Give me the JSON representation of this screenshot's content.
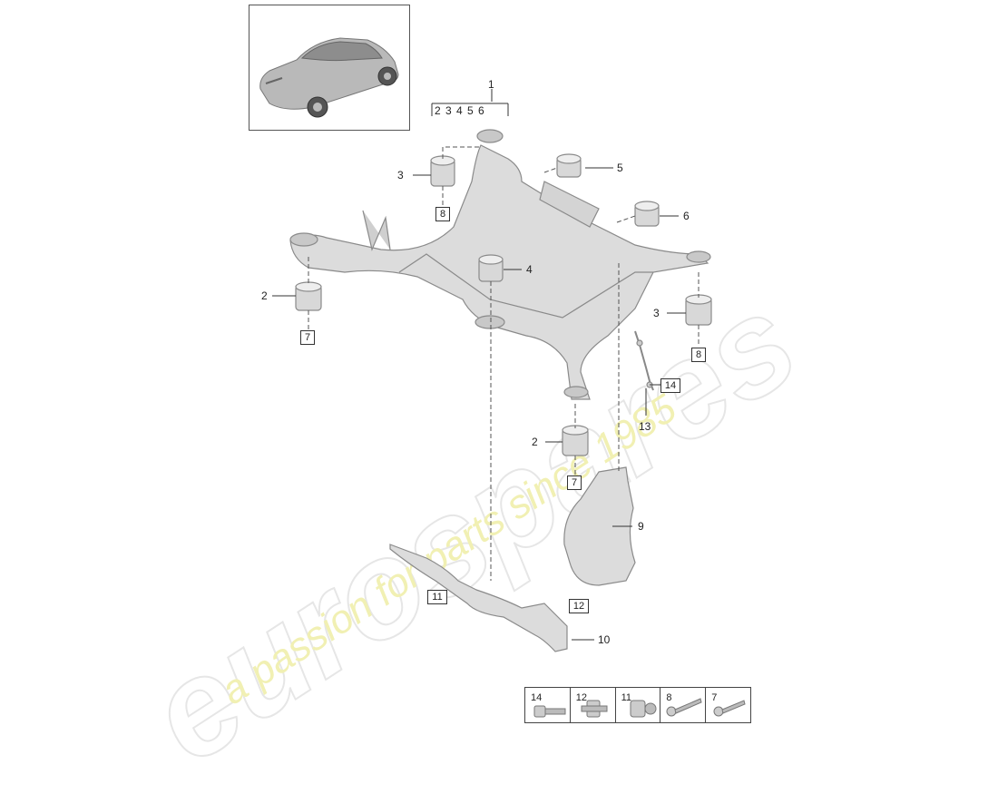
{
  "watermark": {
    "brand": "eurospares",
    "tagline": "a passion for parts since 1985",
    "brand_color": "#e6e6e6",
    "tagline_color": "#f1f0b3"
  },
  "thumbnail": {
    "icon": "car-icon"
  },
  "callouts": {
    "c1": "1",
    "group": "2 3 4 5 6",
    "c2a": "2",
    "c2b": "2",
    "c3a": "3",
    "c3b": "3",
    "c4": "4",
    "c5": "5",
    "c6": "6",
    "c9": "9",
    "c10": "10",
    "c13": "13"
  },
  "boxes": {
    "b7a": "7",
    "b7b": "7",
    "b8a": "8",
    "b8b": "8",
    "b11": "11",
    "b12": "12",
    "b14": "14"
  },
  "legend": [
    {
      "num": "14",
      "icon": "bolt-14-icon"
    },
    {
      "num": "12",
      "icon": "nut-12-icon"
    },
    {
      "num": "11",
      "icon": "nut-11-icon"
    },
    {
      "num": "8",
      "icon": "bolt-8-icon"
    },
    {
      "num": "7",
      "icon": "bolt-7-icon"
    }
  ]
}
